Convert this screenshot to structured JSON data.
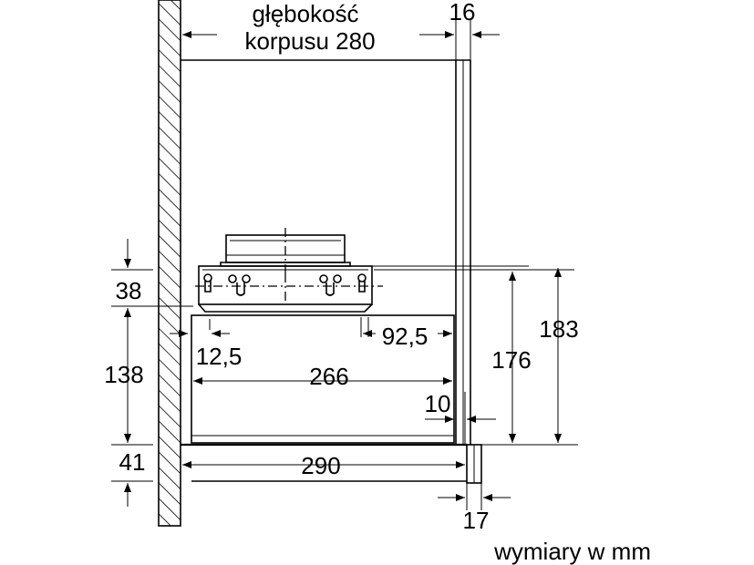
{
  "labels": {
    "depth_line1": "głębokość",
    "depth_line2": "korpusu 280",
    "d16": "16",
    "d38": "38",
    "d138": "138",
    "d41": "41",
    "d12_5": "12,5",
    "d92_5": "92,5",
    "d266": "266",
    "d176": "176",
    "d183": "183",
    "d10": "10",
    "d290": "290",
    "d17": "17",
    "units": "wymiary w mm"
  }
}
